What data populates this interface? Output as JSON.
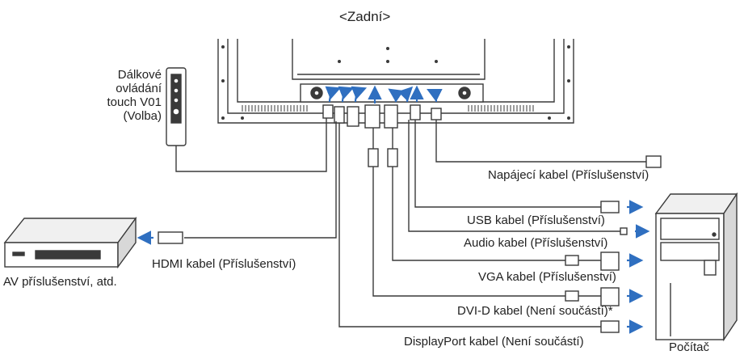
{
  "title": "<Zadní>",
  "remote": {
    "lines": [
      "Dálkové",
      "ovládání",
      "touch V01",
      "(Volba)"
    ]
  },
  "cables": {
    "power": "Napájecí kabel (Příslušenství)",
    "usb": "USB kabel (Příslušenství)",
    "audio": "Audio kabel (Příslušenství)",
    "vga": "VGA kabel (Příslušenství)",
    "dvi": "DVI-D kabel (Není součástí)*",
    "displayport": "DisplayPort kabel (Není součástí)",
    "hdmi": "HDMI kabel (Příslušenství)"
  },
  "devices": {
    "av": "AV příslušenství, atd.",
    "computer": "Počítač"
  },
  "colors": {
    "line": "#3a3a3a",
    "arrow": "#2f6fc0",
    "device_fill": "#f0f0f0",
    "connector_fill": "#ffffff"
  }
}
